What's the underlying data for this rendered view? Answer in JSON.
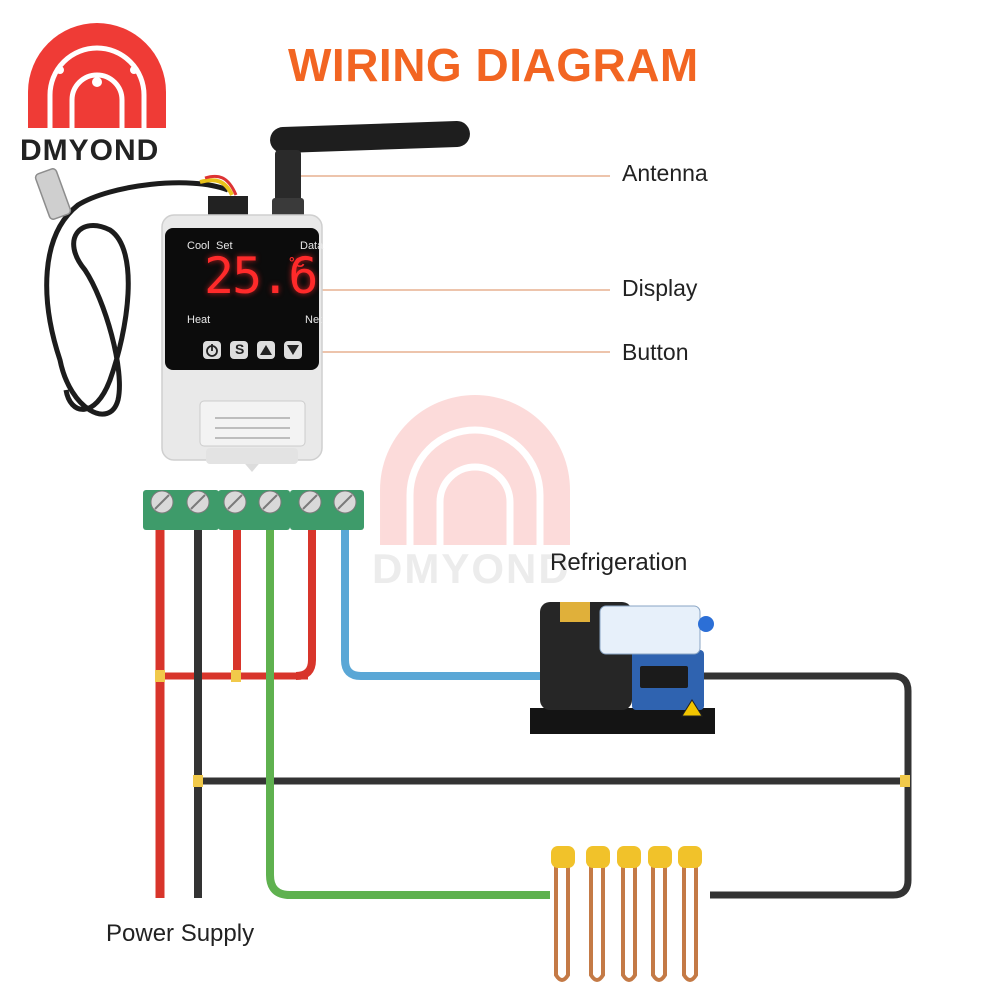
{
  "title": "WIRING DIAGRAM",
  "brand": {
    "name": "DMYOND",
    "color": "#ef3b36"
  },
  "accent_color": "#f26522",
  "callouts": {
    "antenna": "Antenna",
    "display": "Display",
    "button": "Button"
  },
  "device": {
    "labels": {
      "cool": "Cool",
      "set": "Set",
      "data": "Data",
      "heat": "Heat",
      "net": "Net"
    },
    "reading": "25.6",
    "unit": "°C",
    "buttons": [
      "power-icon",
      "S",
      "up-arrow-icon",
      "down-arrow-icon"
    ]
  },
  "loads": {
    "refrigeration": "Refrigeration"
  },
  "power_label": "Power Supply",
  "wire_colors": {
    "live": "#d8352b",
    "neutral": "#333333",
    "green": "#5fb14f",
    "blue": "#5aa7d6"
  }
}
